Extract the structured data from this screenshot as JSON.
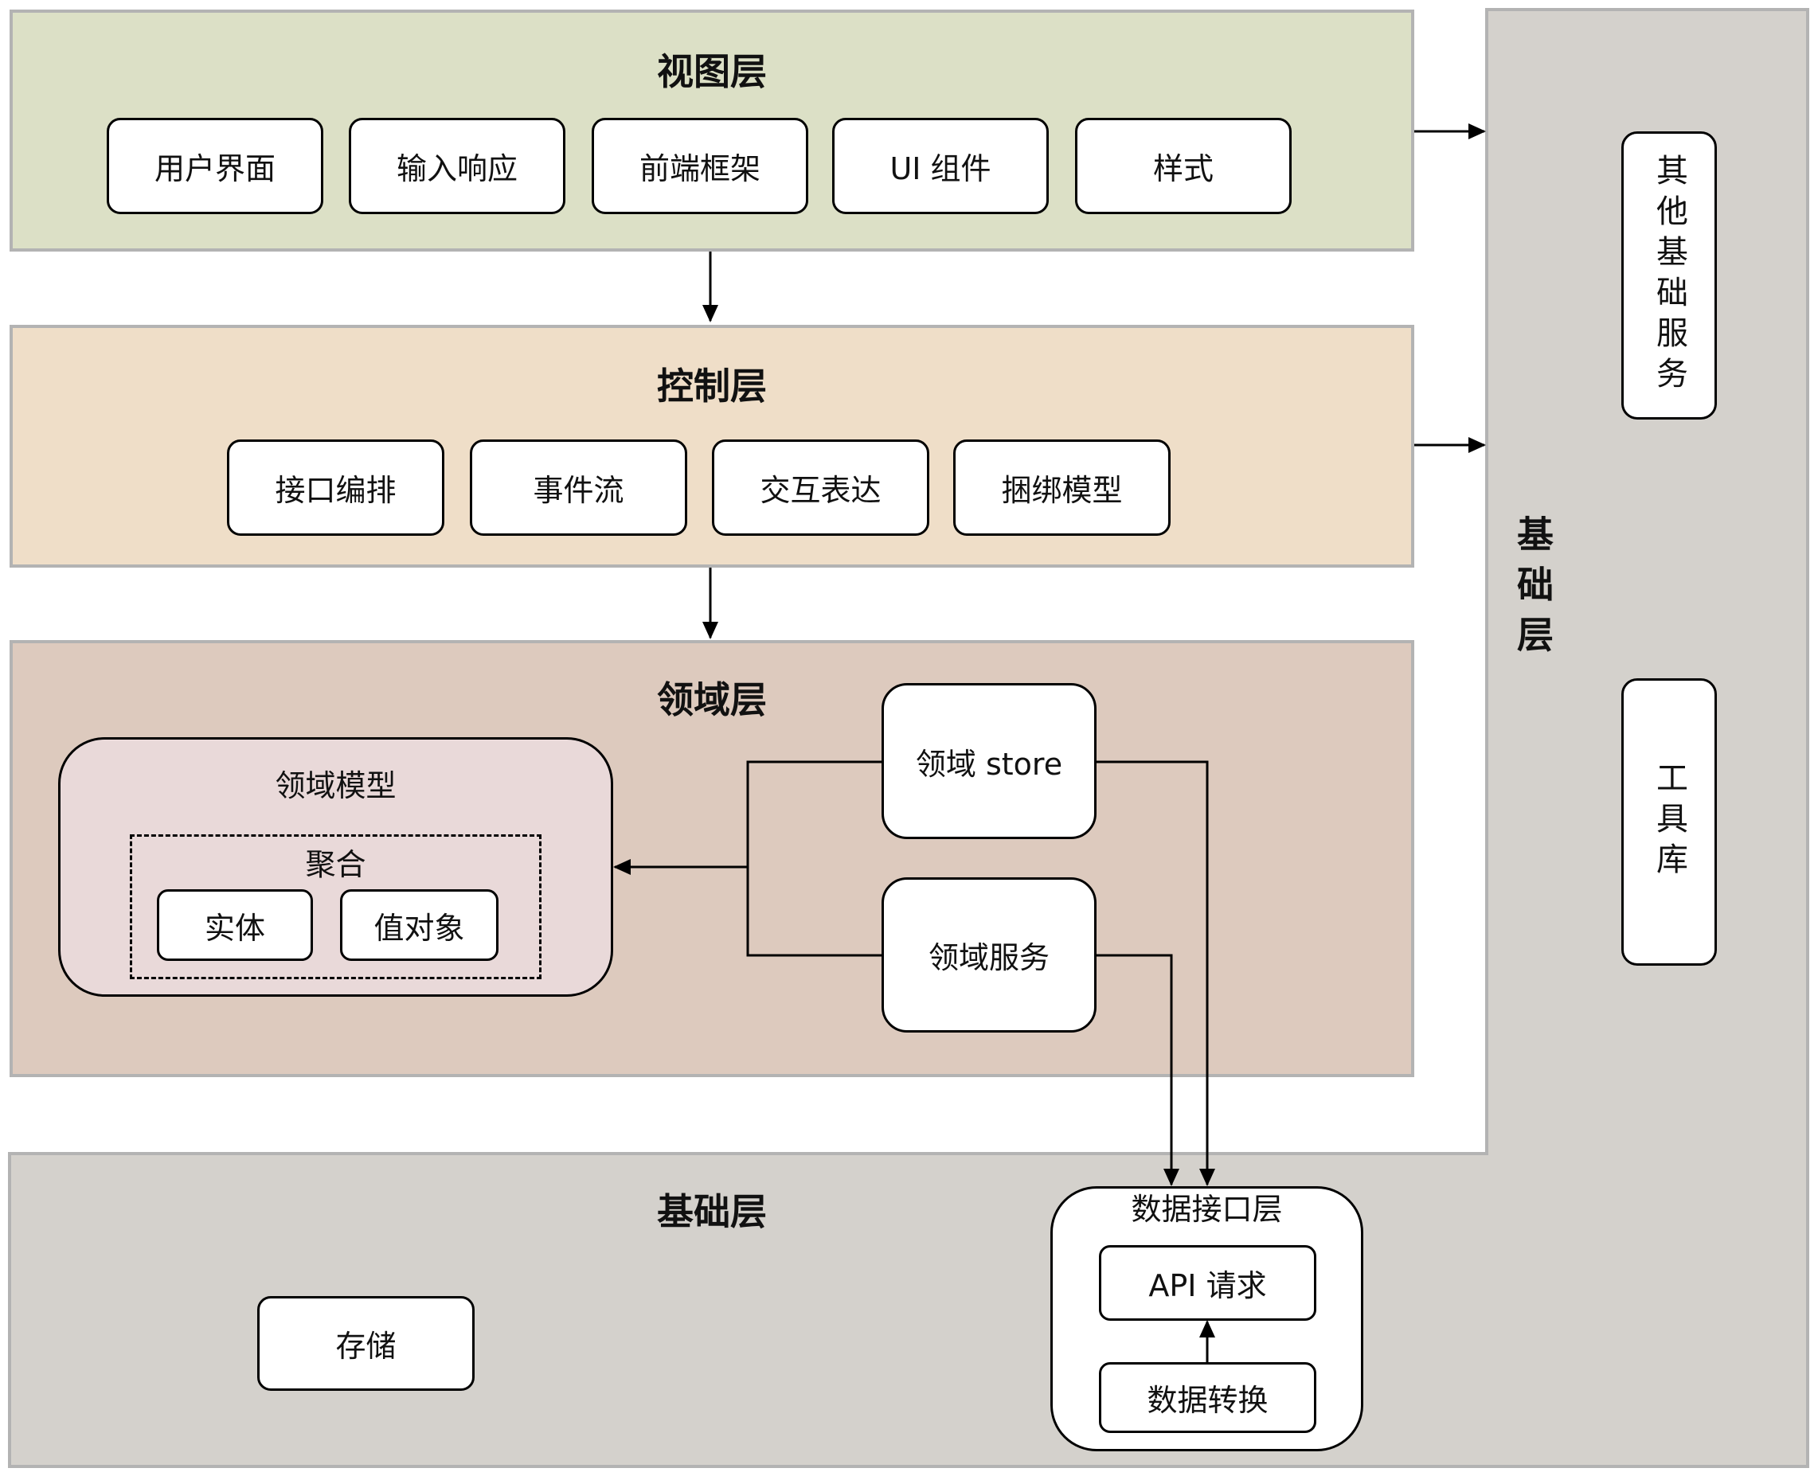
{
  "view_layer": {
    "title": "视图层",
    "items": [
      "用户界面",
      "输入响应",
      "前端框架",
      "UI 组件",
      "样式"
    ]
  },
  "control_layer": {
    "title": "控制层",
    "items": [
      "接口编排",
      "事件流",
      "交互表达",
      "捆绑模型"
    ]
  },
  "domain_layer": {
    "title": "领域层",
    "model": {
      "title": "领域模型",
      "aggregate": {
        "title": "聚合",
        "items": [
          "实体",
          "值对象"
        ]
      }
    },
    "store": "领域 store",
    "service": "领域服务"
  },
  "foundation_layer": {
    "title": "基础层",
    "side_title": "基础层",
    "other_services": "其他基础服务",
    "tools": "工具库",
    "storage": "存储",
    "data_interface": {
      "title": "数据接口层",
      "api": "API 请求",
      "transform": "数据转换"
    }
  },
  "colors": {
    "view_bg": "#dce0c6",
    "control_bg": "#efdec8",
    "domain_bg": "#ddcabe",
    "domain_model_bg": "#e9d9d9",
    "foundation_bg": "#d4d1cc",
    "layer_border": "#b3b3b3",
    "box_border": "#000000",
    "box_bg": "#ffffff"
  }
}
